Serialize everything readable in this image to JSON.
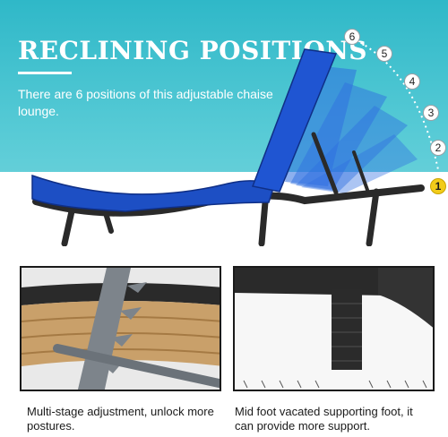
{
  "hero": {
    "title": "RECLINING POSITIONS",
    "description": "There are 6 positions of this adjustable chaise lounge.",
    "positions": [
      "1",
      "2",
      "3",
      "4",
      "5",
      "6"
    ],
    "active_position": "1",
    "cushion_color": "#1d4fc4",
    "frame_color": "#2a2a2a",
    "background_color": "#3dbfcc"
  },
  "panels": [
    {
      "caption": "Multi-stage adjustment, unlock more postures."
    },
    {
      "caption": "Mid foot vacated supporting foot, it can provide more support."
    }
  ]
}
